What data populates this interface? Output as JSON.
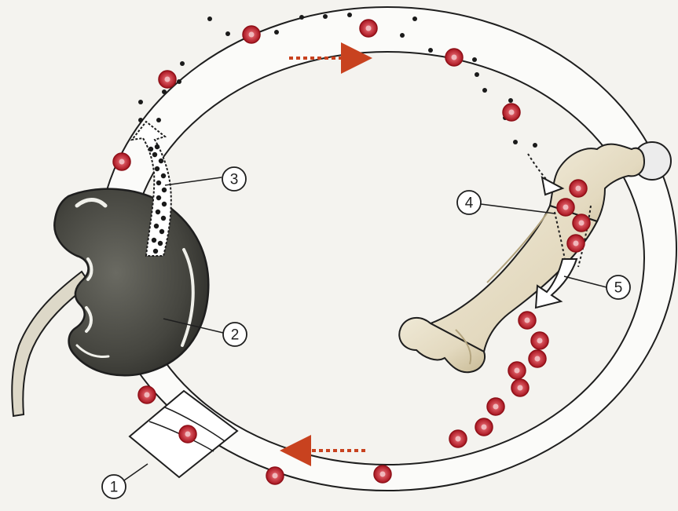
{
  "diagram": {
    "callouts": [
      {
        "id": "1",
        "label": "1"
      },
      {
        "id": "2",
        "label": "2"
      },
      {
        "id": "3",
        "label": "3"
      },
      {
        "id": "4",
        "label": "4"
      },
      {
        "id": "5",
        "label": "5"
      }
    ],
    "colors": {
      "background": "#f4f3ef",
      "vessel_fill": "#fbfbf9",
      "outline": "#1e1e1e",
      "red_cell": "#b8202c",
      "red_cell_center": "#e9a3a8",
      "dot": "#1a1a1a",
      "flow_arrow": "#c8421f",
      "kidney_dark": "#3f3f3a",
      "kidney_mid": "#56564f",
      "bone": "#e6dec8",
      "bone_shade": "#c9bd9a",
      "ureter": "#ddd8c8",
      "cartilage": "#ececec"
    },
    "icons": [
      "kidney-icon",
      "femur-bone-icon",
      "red-blood-cell-icon",
      "erythropoietin-dot-icon"
    ]
  }
}
